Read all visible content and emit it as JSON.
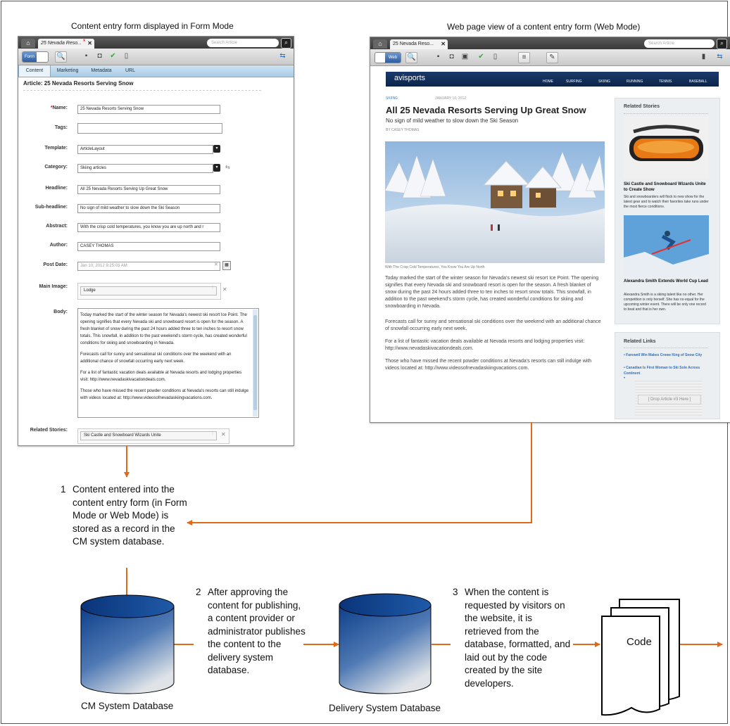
{
  "captions": {
    "form_mode": "Content entry form displayed in Form Mode",
    "web_mode": "Web page view of a content entry form (Web Mode)"
  },
  "form_window": {
    "tab_title": "25 Nevada Reso...",
    "search_placeholder": "Search Article",
    "mode_label": "Form",
    "subtabs": [
      "Content",
      "Marketing",
      "Metadata",
      "URL"
    ],
    "article_title": "Article: 25 Nevada Resorts Serving Snow",
    "fields": {
      "name": {
        "label": "Name:",
        "value": "25 Nevada Resorts Serving Snow"
      },
      "tags": {
        "label": "Tags:",
        "value": ""
      },
      "template": {
        "label": "Template:",
        "value": "ArticleLayout"
      },
      "category": {
        "label": "Category:",
        "value": "Skiing articles"
      },
      "headline": {
        "label": "Headline:",
        "value": "All 25 Nevada Resorts Serving Up Great Snow"
      },
      "subheadline": {
        "label": "Sub-headline:",
        "value": "No sign of mild weather to slow down the Ski Season"
      },
      "abstract": {
        "label": "Abstract:",
        "value": "With the crisp cold temperatures, you know you are up north and r"
      },
      "author": {
        "label": "Author:",
        "value": "CASEY THOMAS"
      },
      "postdate": {
        "label": "Post Date:",
        "value": "Jan 10, 2012 9:25:03 AM"
      },
      "mainimage": {
        "label": "Main Image:",
        "value": "Lodge"
      },
      "body": {
        "label": "Body:"
      },
      "related": {
        "label": "Related Stories:",
        "value": "Ski Castle and Snowboard Wizards Unite"
      }
    },
    "body_paragraphs": [
      "Today marked the start of the winter season for Nevada's newest ski resort Ice Point. The opening signifies that every Nevada ski and snowboard resort is open for the season. A fresh blanket of snow during the past 24 hours added three to ten inches to resort snow totals. This snowfall, in addition to the past weekend's storm cycle, has created wonderful conditions for skiing and snowboarding in Nevada.",
      "Forecasts call for sunny and sensational ski conditions over the weekend with an additional chance of snowfall occurring early next week.",
      "For a list of fantastic vacation deals available at Nevada resorts and lodging properties visit: http://www.nevadaskivacationdeals.com.",
      "Those who have missed the recent powder conditions at Nevada's resorts can still indulge with videos located at: http://www.videosofnevadaskiingvacations.com."
    ]
  },
  "web_window": {
    "tab_title": "25 Nevada Reso...",
    "search_placeholder": "Search Article",
    "mode_label": "Web",
    "logo": "avisports",
    "nav": [
      "HOME",
      "SURFING",
      "SKIING",
      "RUNNING",
      "TENNIS",
      "BASEBALL"
    ],
    "section": "SKIING",
    "date": "JANUARY 10, 2012",
    "headline": "All 25 Nevada Resorts Serving Up Great Snow",
    "subheadline": "No sign of mild weather to slow down the Ski Season",
    "byline": "BY CASEY THOMAS",
    "image_caption": "With The Crisp Cold Temperatures, You Know You Are Up North",
    "paragraphs": [
      "Today marked the start of the winter season for Nevada's newest ski resort Ice Point. The opening signifies that every Nevada ski and snowboard resort is open for the season. A fresh blanket of snow during the past 24 hours added three to ten inches to resort snow totals. This snowfall, in addition to the past weekend's storm cycle, has created wonderful conditions for skiing and snowboarding in Nevada.",
      "Forecasts call for sunny and sensational ski conditions over the weekend with an additional chance of snowfall occurring early next week.",
      "For a list of fantastic vacation deals available at Nevada resorts and lodging properties visit: http://www.nevadaskivacationdeals.com.",
      "Those who have missed the recent powder conditions at Nevada's resorts can still indulge with videos located at: http://www.videosofnevadaskiingvacations.com."
    ],
    "related_stories_title": "Related Stories",
    "story1_title": "Ski Castle and Snowboard Wizards Unite to Create Show",
    "story1_text": "Ski and snowboarders will flock to new show for the latest gear and to watch their favorites take runs under the most fierce conditions.",
    "story2_title": "Alexandra Smith Extends World Cup Lead",
    "story2_text": "Alexandra Smith is a skiing talent like no other. Her competition is only herself. She has no equal for the upcoming winter event. There will be only one record to beat and that is her own.",
    "related_links_title": "Related Links",
    "links": [
      "Farewell Win Makes Crowe King of Snow City",
      "Canadian Is First Woman to Ski Solo Across Continent"
    ],
    "drop_placeholder": "[ Drop Article #3 Here ]"
  },
  "steps": [
    {
      "num": "1",
      "text": "Content entered into the content entry form (in Form Mode or Web Mode) is stored as a record in the CM system database."
    },
    {
      "num": "2",
      "text": "After approving the content for publishing, a content provider or administrator publishes the content to the delivery system database."
    },
    {
      "num": "3",
      "text": "When the content is requested by visitors on the website, it is retrieved from the database, formatted, and laid out by the code created by the site developers."
    }
  ],
  "nodes": {
    "cm_db": "CM System Database",
    "delivery_db": "Delivery System Database",
    "code": "Code"
  },
  "colors": {
    "arrow": "#e06a1a",
    "db_top": "#0d3f8a",
    "db_bottom": "#d9dde2",
    "banner": "#12305e"
  }
}
